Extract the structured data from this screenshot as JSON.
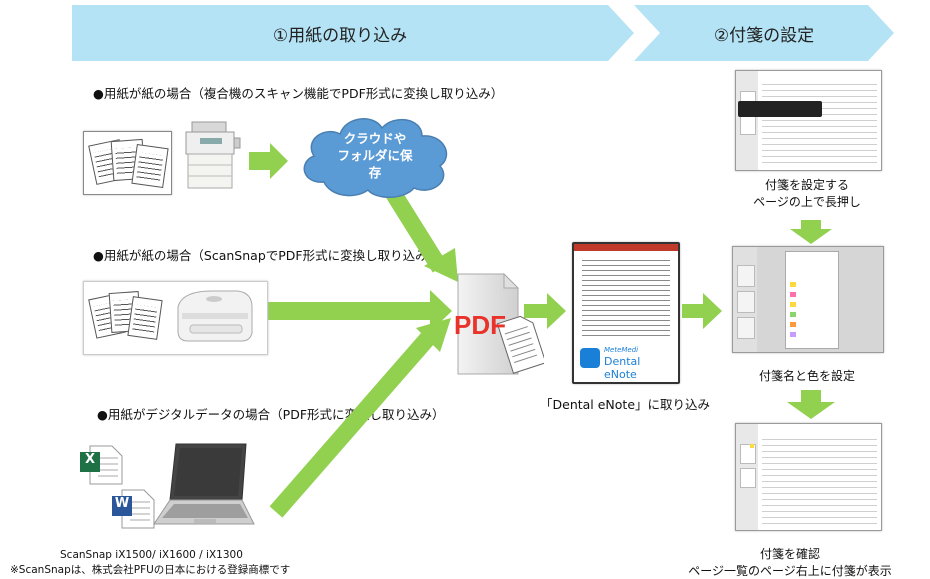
{
  "banners": {
    "step1": "①用紙の取り込み",
    "step2": "②付箋の設定"
  },
  "rows": {
    "paper_mfp": "●用紙が紙の場合（複合機のスキャン機能でPDF形式に変換し取り込み）",
    "paper_scansnap": "●用紙が紙の場合（ScanSnapでPDF形式に変換し取り込み）",
    "digital": "●用紙がデジタルデータの場合（PDF形式に変換し取り込み）"
  },
  "cloud": {
    "line1": "クラウドや",
    "line2": "フォルダに保",
    "line3": "存"
  },
  "pdf_label": "PDF",
  "app": {
    "caption": "「Dental eNote」に取り込み",
    "logo_small": "MeteMedi",
    "logo_name": "Dental eNote"
  },
  "steps": {
    "step_a_line1": "付箋を設定する",
    "step_a_line2": "ページの上で長押し",
    "step_b": "付箋名と色を設定",
    "step_c_line1": "付箋を確認",
    "step_c_line2": "ページ一覧のページ右上に付箋が表示"
  },
  "footer": {
    "models": "ScanSnap iX1500/ iX1600 / iX1300",
    "trademark": "※ScanSnapは、株式会社PFUの日本における登録商標です"
  },
  "icons": {
    "excel_letter": "X",
    "word_letter": "W"
  },
  "colors": {
    "banner": "#b3e3f5",
    "arrow": "#92d050",
    "cloud": "#5b9bd5",
    "pdf_red": "#e8322a"
  }
}
